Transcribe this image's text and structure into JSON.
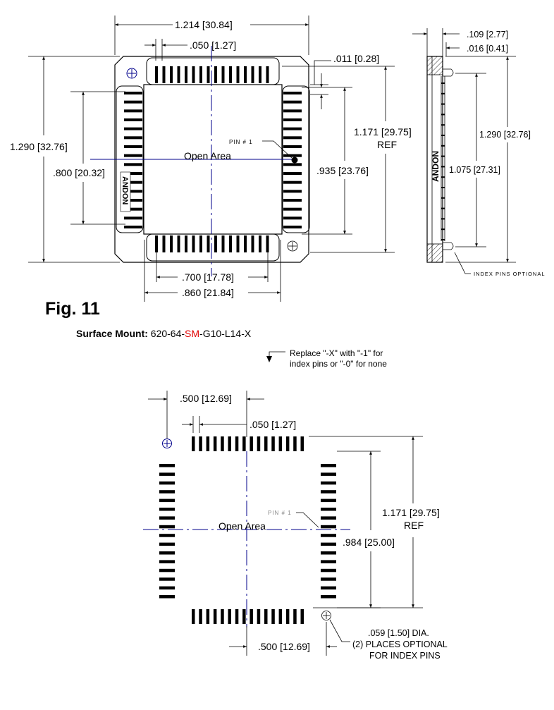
{
  "figure": {
    "title": "Fig. 11",
    "caption_label": "Surface Mount:",
    "part_prefix": "620-64-",
    "part_highlight": "SM",
    "part_suffix": "-G10-L14-X",
    "highlight_color": "#e00000",
    "replace_note_line1": "Replace \"-X\" with \"-1\" for",
    "replace_note_line2": "index pins or \"-0\" for none"
  },
  "top_view": {
    "width_dim": "1.214 [30.84]",
    "pitch_dim": ".050 [1.27]",
    "lead_dim": ".011 [0.28]",
    "height_dim": "1.290 [32.76]",
    "inner_dim": ".800 [20.32]",
    "pin_pitch_span": ".935 [23.76]",
    "ref_dim": "1.171 [29.75]",
    "ref_label": "REF",
    "pin1_label": "PIN # 1",
    "open_area": "Open Area",
    "vertical_text": "ANDON",
    "bottom_dim_1": ".700 [17.78]",
    "bottom_dim_2": ".860 [21.84]"
  },
  "side_view": {
    "thickness_dim": ".109 [2.77]",
    "standoff_dim": ".016 [0.41]",
    "height_dim": "1.290 [32.76]",
    "inner_dim": "1.075 [27.31]",
    "brand": "ANDON",
    "index_pins_note": "INDEX PINS OPTIONAL"
  },
  "footprint": {
    "offset_dim_top": ".500 [12.69]",
    "pitch_dim": ".050 [1.27]",
    "ref_dim": "1.171 [29.75]",
    "ref_label": "REF",
    "pad_span_dim": ".984 [25.00]",
    "pin1_label": "PIN # 1",
    "open_area": "Open Area",
    "offset_dim_bottom": ".500 [12.69]",
    "hole_dia": ".059 [1.50] DIA.",
    "hole_note_1": "(2) PLACES OPTIONAL",
    "hole_note_2": "FOR INDEX PINS"
  },
  "colors": {
    "centerline": "#00008b",
    "lines": "#000000"
  }
}
